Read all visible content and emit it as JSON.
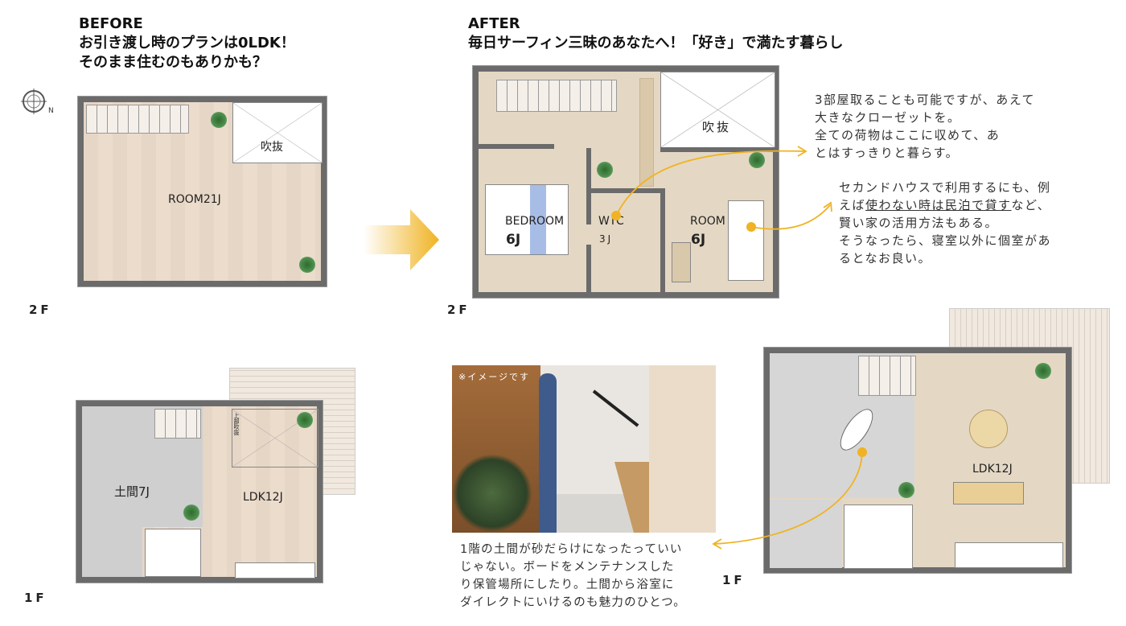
{
  "before": {
    "label": "BEFORE",
    "title_line1": "お引き渡し時のプランは0LDK！",
    "title_line2": "そのまま住むのもありかも？",
    "floor2": {
      "floor_label": "2F",
      "room": "ROOM21J",
      "void": "吹抜"
    },
    "floor1": {
      "floor_label": "1F",
      "doma": "土間7J",
      "ldk": "LDK12J",
      "void_note": "上部吹抜"
    }
  },
  "after": {
    "label": "AFTER",
    "title": "毎日サーフィン三昧のあなたへ！「好き」で満たす暮らし",
    "floor2": {
      "floor_label": "2F",
      "void": "吹抜",
      "bedroom": "BEDROOM",
      "bedroom_size": "6J",
      "wic": "WIC",
      "wic_size": "3J",
      "room": "ROOM",
      "room_size": "6J"
    },
    "floor1": {
      "floor_label": "1F",
      "ldk": "LDK12J"
    }
  },
  "notes": {
    "closet": [
      "3部屋取ることも可能ですが、あえて",
      "大きなクローゼットを。",
      "全ての荷物はここに収めて、あ",
      "とはすっきりと暮らす。"
    ],
    "second_house_a": "セカンドハウスで利用するにも、例",
    "second_house_b1": "えば",
    "second_house_b_underlined": "使わない時は民泊で貸す",
    "second_house_b2": "など、",
    "second_house_rest": [
      "賢い家の活用方法もある。",
      "そうなったら、寝室以外に個室があ",
      "るとなお良い。"
    ],
    "doma": [
      "1階の土間が砂だらけになったっていい",
      "じゃない。ボードをメンテナンスした",
      "り保管場所にしたり。土間から浴室に",
      "ダイレクトにいけるのも魅力のひとつ。"
    ]
  },
  "photo": {
    "caption": "※イメージです"
  },
  "colors": {
    "accent": "#f0b323",
    "wall": "#6b6b6b"
  }
}
